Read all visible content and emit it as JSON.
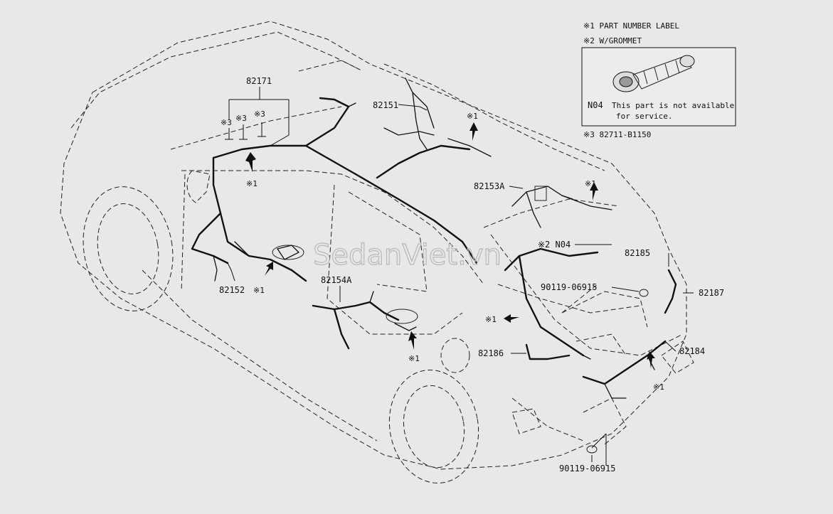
{
  "legend": {
    "note1": "※1 PART NUMBER LABEL",
    "note2": "※2 W/GROMMET",
    "note3": "※3 82711-B1150",
    "box_code": "N04",
    "box_text_line1": "This part is not available",
    "box_text_line2": "for service."
  },
  "callouts": {
    "p82171": "82171",
    "p82151": "82151",
    "p82153A": "82153A",
    "p82152": "82152",
    "p82154A": "82154A",
    "p82185_ref": "※2 N04",
    "p82185": "82185",
    "p90119_top": "90119-06915",
    "p82187": "82187",
    "p82186": "82186",
    "p82184": "82184",
    "p90119_bottom": "90119-06915"
  },
  "marks": {
    "m1": "※1",
    "m3": "※3"
  },
  "watermark": "SedanViet.vn"
}
